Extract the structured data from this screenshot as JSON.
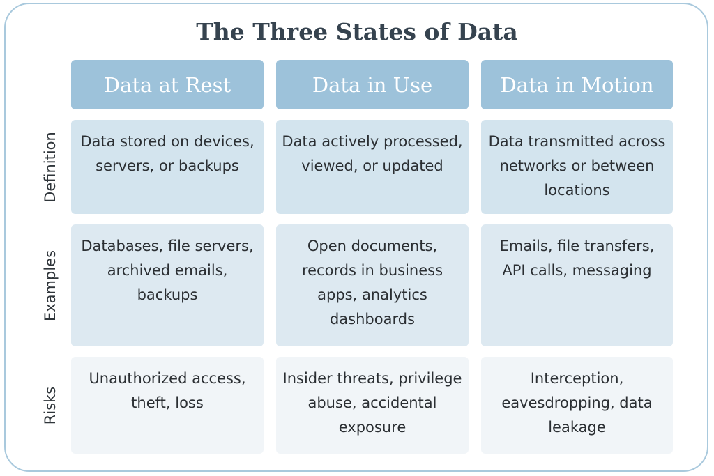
{
  "title": "The Three States of Data",
  "columns": [
    "Data at Rest",
    "Data in Use",
    "Data in Motion"
  ],
  "rows": [
    {
      "label": "Definition",
      "cells": [
        "Data stored on devices, servers, or backups",
        "Data actively processed, viewed, or updated",
        "Data transmitted across networks or between locations"
      ]
    },
    {
      "label": "Examples",
      "cells": [
        "Databases, file servers, archived emails, backups",
        "Open documents, records in business apps, analytics dashboards",
        "Emails, file transfers, API calls, messaging"
      ]
    },
    {
      "label": "Risks",
      "cells": [
        "Unauthorized access, theft, loss",
        "Insider threats, privilege abuse, accidental exposure",
        "Interception, eavesdropping, data leakage"
      ]
    }
  ],
  "colors": {
    "header_fill": "#9dc2da",
    "definition_fill": "#d3e4ee",
    "examples_fill": "#dde9f1",
    "risks_fill": "#f1f5f8",
    "frame_border": "#a9c9dd",
    "title_color": "#36434f"
  }
}
